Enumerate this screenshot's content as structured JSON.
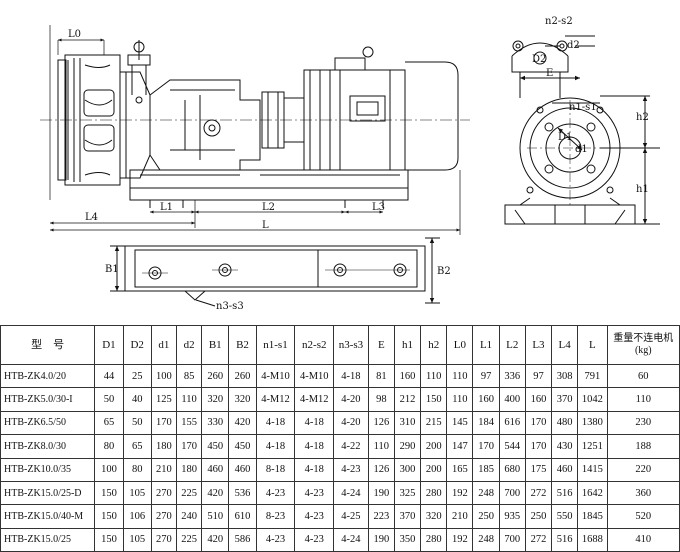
{
  "drawing": {
    "dims": {
      "L0": "L0",
      "L1": "L1",
      "L2": "L2",
      "L3": "L3",
      "L4": "L4",
      "L": "L",
      "B1": "B1",
      "B2": "B2",
      "n3s3": "n3-s3",
      "n2s2": "n2-s2",
      "d2": "d2",
      "D2": "D2",
      "E": "E",
      "n1s1": "n1-s1",
      "h1": "h1",
      "h2": "h2",
      "D1": "D1",
      "d1": "d1"
    }
  },
  "table": {
    "headers": [
      "型　号",
      "D1",
      "D2",
      "d1",
      "d2",
      "B1",
      "B2",
      "n1-s1",
      "n2-s2",
      "n3-s3",
      "E",
      "h1",
      "h2",
      "L0",
      "L1",
      "L2",
      "L3",
      "L4",
      "L",
      "重量不连电机(kg)"
    ],
    "rows": [
      [
        "HTB-ZK4.0/20",
        "44",
        "25",
        "100",
        "85",
        "260",
        "260",
        "4-M10",
        "4-M10",
        "4-18",
        "81",
        "160",
        "110",
        "110",
        "97",
        "336",
        "97",
        "308",
        "791",
        "60"
      ],
      [
        "HTB-ZK5.0/30-I",
        "50",
        "40",
        "125",
        "110",
        "320",
        "320",
        "4-M12",
        "4-M12",
        "4-20",
        "98",
        "212",
        "150",
        "110",
        "160",
        "400",
        "160",
        "370",
        "1042",
        "110"
      ],
      [
        "HTB-ZK6.5/50",
        "65",
        "50",
        "170",
        "155",
        "330",
        "420",
        "4-18",
        "4-18",
        "4-20",
        "126",
        "310",
        "215",
        "145",
        "184",
        "616",
        "170",
        "480",
        "1380",
        "230"
      ],
      [
        "HTB-ZK8.0/30",
        "80",
        "65",
        "180",
        "170",
        "450",
        "450",
        "4-18",
        "4-18",
        "4-22",
        "110",
        "290",
        "200",
        "147",
        "170",
        "544",
        "170",
        "430",
        "1251",
        "188"
      ],
      [
        "HTB-ZK10.0/35",
        "100",
        "80",
        "210",
        "180",
        "460",
        "460",
        "8-18",
        "4-18",
        "4-23",
        "126",
        "300",
        "200",
        "165",
        "185",
        "680",
        "175",
        "460",
        "1415",
        "220"
      ],
      [
        "HTB-ZK15.0/25-D",
        "150",
        "105",
        "270",
        "225",
        "420",
        "536",
        "4-23",
        "4-23",
        "4-24",
        "190",
        "325",
        "280",
        "192",
        "248",
        "700",
        "272",
        "516",
        "1642",
        "360"
      ],
      [
        "HTB-ZK15.0/40-M",
        "150",
        "106",
        "270",
        "240",
        "510",
        "610",
        "8-23",
        "4-23",
        "4-25",
        "223",
        "370",
        "320",
        "210",
        "250",
        "935",
        "250",
        "550",
        "1845",
        "520"
      ],
      [
        "HTB-ZK15.0/25",
        "150",
        "105",
        "270",
        "225",
        "420",
        "586",
        "4-23",
        "4-23",
        "4-24",
        "190",
        "350",
        "280",
        "192",
        "248",
        "700",
        "272",
        "516",
        "1688",
        "410"
      ]
    ]
  }
}
